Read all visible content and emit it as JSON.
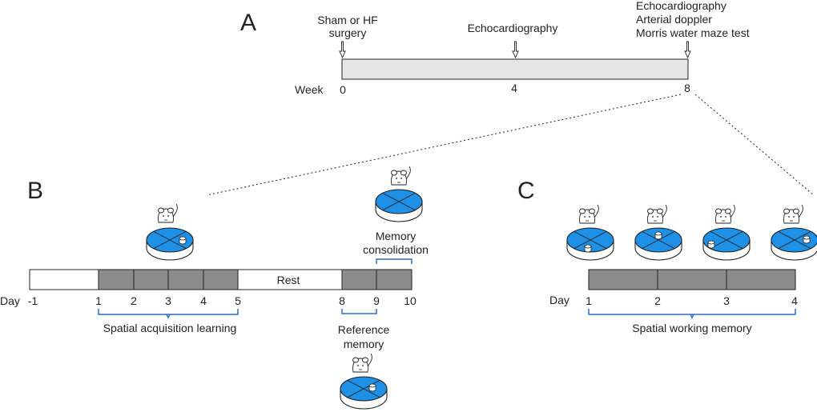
{
  "panel_a": {
    "letter": "A",
    "events": {
      "week0": [
        "Sham or HF",
        "surgery"
      ],
      "week4": "Echocardiography",
      "week8": [
        "Echocardiography",
        "Arterial doppler",
        "Morris water maze test"
      ]
    },
    "axis_label": "Week",
    "ticks": [
      "0",
      "4",
      "8"
    ]
  },
  "panel_b": {
    "letter": "B",
    "day_label": "Day",
    "days": [
      "-1",
      "1",
      "2",
      "3",
      "4",
      "5",
      "8",
      "9",
      "10"
    ],
    "rest_label": "Rest",
    "spatial_acquisition_label": "Spatial acquisition learning",
    "memory_consolidation_label": [
      "Memory",
      "consolidation"
    ],
    "reference_memory_label": [
      "Reference",
      "memory"
    ]
  },
  "panel_c": {
    "letter": "C",
    "day_label": "Day",
    "days": [
      "1",
      "2",
      "3",
      "4"
    ],
    "spatial_working_memory_label": "Spatial working memory"
  },
  "colors": {
    "pool_blue": "#1e90e6",
    "bar_gray": "#8c8c8c",
    "timeline_fill": "#e6e6e6",
    "bracket_blue": "#2f6fc0",
    "stroke": "#222222"
  }
}
